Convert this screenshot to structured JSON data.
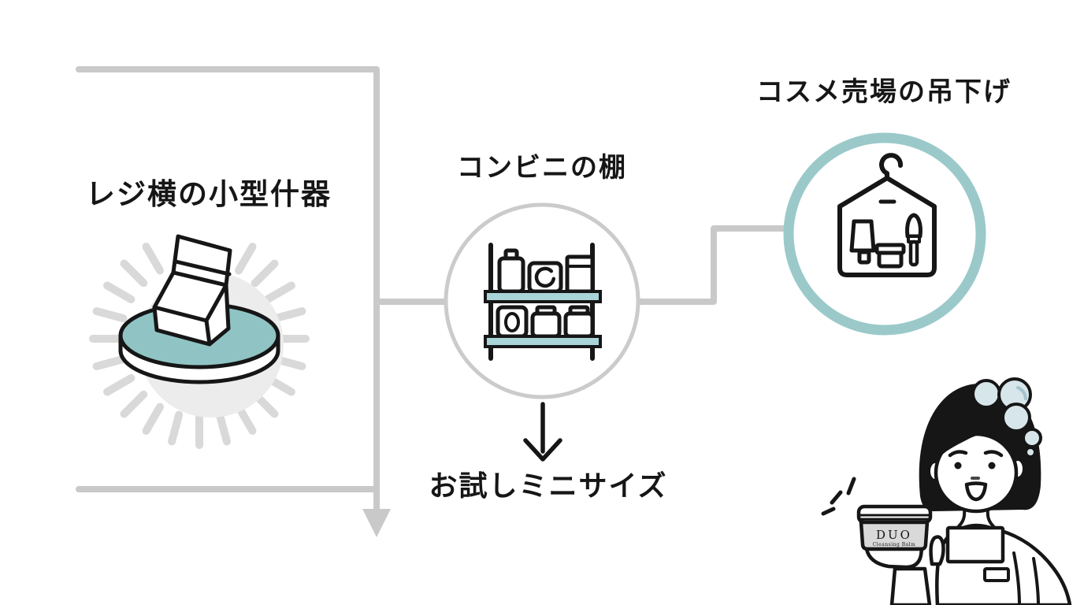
{
  "nodes": {
    "register": {
      "label": "レジ横の小型什器"
    },
    "shelf": {
      "label": "コンビニの棚"
    },
    "trial": {
      "label": "お試しミニサイズ"
    },
    "hanging": {
      "label": "コスメ売場の吊下げ"
    }
  },
  "product": {
    "brand": "DUO",
    "name": "Cleansing Balm"
  },
  "icons": {
    "register": "counter-display-icon",
    "shelf": "store-shelf-icon",
    "hanging": "hanger-cosmetics-icon",
    "trial": "down-arrow-icon",
    "mascot": "woman-holding-product-illustration"
  },
  "colors": {
    "teal": "#9BC9CA",
    "teal_platform": "#90C4C4",
    "teal_shelf": "#A9D5D8",
    "gray_line": "#C9C9C9",
    "gray_soft": "#ECECEC",
    "ray": "#D9D9D9",
    "bubble": "#D7E6EA",
    "jar": "#D9D9D9",
    "ink": "#161616"
  }
}
